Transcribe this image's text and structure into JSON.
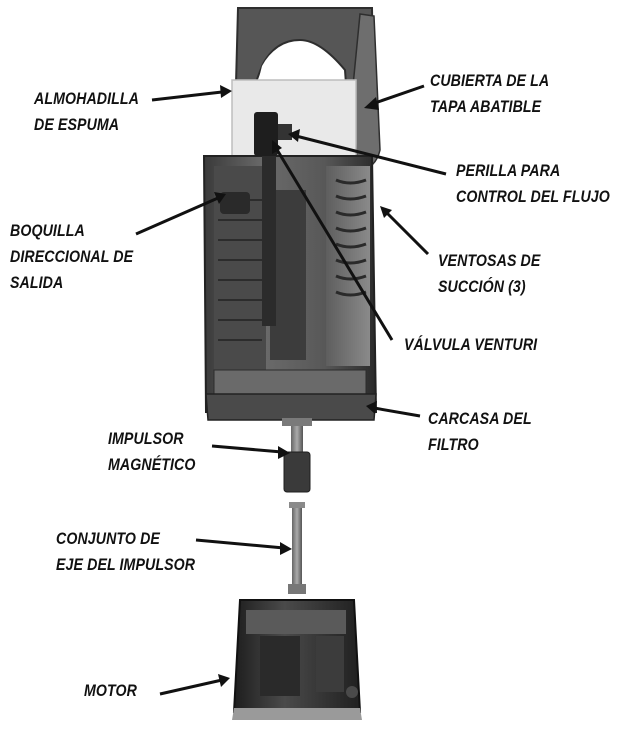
{
  "labels": {
    "almohadilla": [
      "ALMOHADILLA",
      "DE ESPUMA"
    ],
    "cubierta": [
      "CUBIERTA DE LA",
      "TAPA ABATIBLE"
    ],
    "perilla": [
      "PERILLA PARA",
      "CONTROL DEL FLUJO"
    ],
    "boquilla": [
      "BOQUILLA",
      "DIRECCIONAL DE",
      "SALIDA"
    ],
    "ventosas": [
      "VENTOSAS DE",
      "SUCCIÓN (3)"
    ],
    "valvula": [
      "VÁLVULA VENTURI"
    ],
    "carcasa": [
      "CARCASA DEL",
      "FILTRO"
    ],
    "impulsor": [
      "IMPULSOR",
      "MAGNÉTICO"
    ],
    "conjunto": [
      "CONJUNTO DE",
      "EJE DEL IMPULSOR"
    ],
    "motor": [
      "MOTOR"
    ]
  },
  "colors": {
    "housing": "#5a5a5a",
    "housing_dark": "#2e2e2e",
    "housing_light": "#9a9a9a",
    "foam": "#e9e9e9",
    "text": "#111111"
  }
}
